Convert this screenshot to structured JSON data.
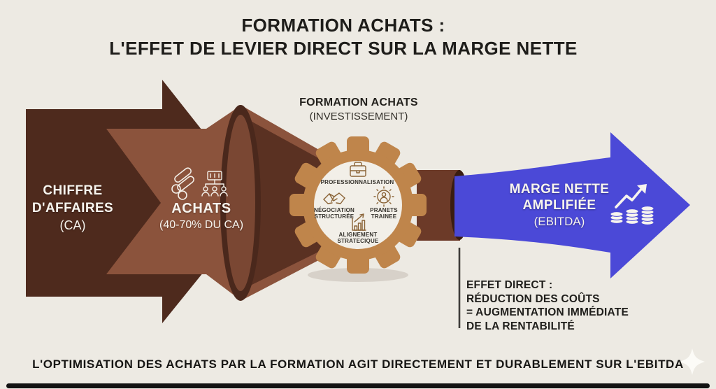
{
  "title": {
    "line1": "FORMATION ACHATS :",
    "line2": "L'EFFET DE LEVIER DIRECT SUR LA MARGE NETTE"
  },
  "flow": {
    "revenue": {
      "title_line1": "CHIFFRE",
      "title_line2": "D'AFFAIRES",
      "title_line3": "(CA)"
    },
    "purchasing": {
      "title": "ACHATS",
      "subtitle": "(40-70% DU CA)",
      "icons": [
        "materials-logs-icon",
        "team-orgchart-icon"
      ]
    },
    "training": {
      "heading_line1": "FORMATION ACHATS",
      "heading_line2": "(INVESTISSEMENT)",
      "gear_items": [
        {
          "icon": "briefcase-icon",
          "line1": "PROFESSIONNALISATION"
        },
        {
          "icon": "handshake-icon",
          "line1": "NÉGOCIATION",
          "line2": "STRUCTURÉE"
        },
        {
          "icon": "gear-person-icon",
          "line1": "PRANETS",
          "line2": "TRAINEE"
        },
        {
          "icon": "growth-chart-icon",
          "line1": "ALIGNEMENT",
          "line2": "STRATECIQUE"
        }
      ]
    },
    "margin": {
      "title_line1": "MARGE NETTE",
      "title_line2": "AMPLIFIÉE",
      "title_line3": "(EBITDA)",
      "icons": [
        "trend-arrow-icon",
        "coin-stacks-icon"
      ]
    }
  },
  "effect_note": {
    "line1": "EFFET DIRECT :",
    "line2": "RÉDUCTION DES COÛTS",
    "line3": "= AUGMENTATION IMMÉDIATE",
    "line4": "DE LA RENTABILITÉ"
  },
  "footer": {
    "statement": "L'OPTIMISATION DES ACHATS PAR LA FORMATION AGIT DIRECTEMENT ET DURABLEMENT SUR L'EBITDA"
  },
  "colors": {
    "background": "#EDEAE3",
    "dark_brown": "#4E2A1D",
    "medium_brown": "#8B533C",
    "gear_tan": "#BF854B",
    "accent_blue": "#4B49D7",
    "inner_cream": "#F2EFE8",
    "text_dark": "#1E1D1A",
    "text_light": "#F7F4EE"
  }
}
